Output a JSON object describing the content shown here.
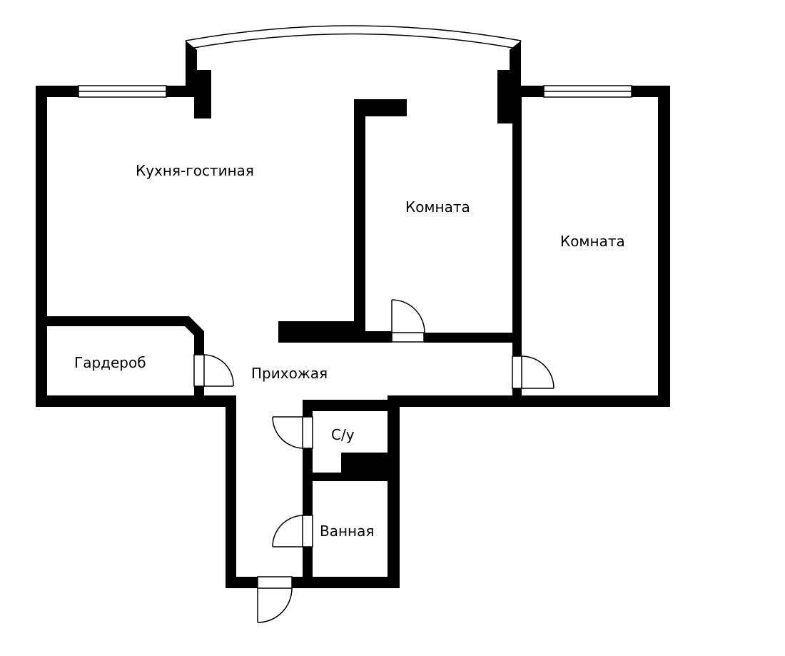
{
  "colors": {
    "wall": "#000000",
    "floor": "#ffffff",
    "door_line": "#000000",
    "label": "#000000"
  },
  "rooms": {
    "kitchen_living": "Кухня-гостиная",
    "room_middle": "Комната",
    "room_right": "Комната",
    "wardrobe": "Гардероб",
    "hallway": "Прихожая",
    "toilet": "С/у",
    "bathroom": "Ванная"
  }
}
